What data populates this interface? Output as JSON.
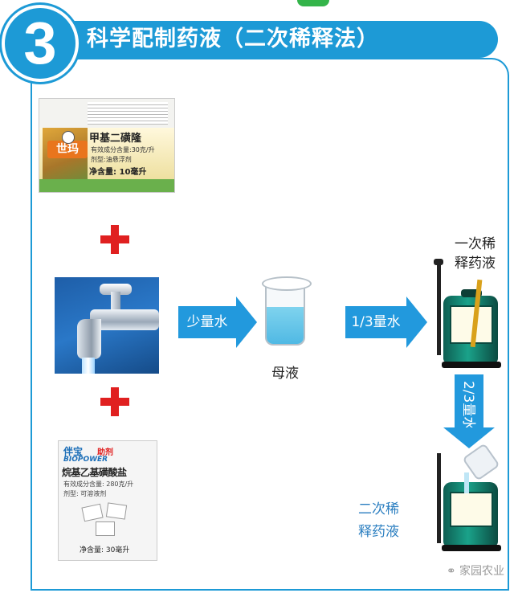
{
  "header": {
    "step_number": "3",
    "title": "科学配制药液（二次稀释法）"
  },
  "product1": {
    "brand": "世玛",
    "name": "甲基二磺隆",
    "content": "有效成分含量:30克/升",
    "formulation": "剂型:油悬浮剂",
    "net": "净含量: 10毫升"
  },
  "product2": {
    "brand": "伴宝",
    "brand_sub": "助剂",
    "brand_en": "BIOPOWER",
    "name": "烷基乙基磺酸盐",
    "content": "有效成分含量: 280克/升",
    "formulation": "剂型: 可溶液剂",
    "net": "净含量: 30毫升"
  },
  "flow": {
    "arrow1": "少量水",
    "mother_liquor": "母液",
    "arrow2": "1/3量水",
    "first_dilution": [
      "一次稀",
      "释药液"
    ],
    "arrow3": "2/3量水",
    "second_dilution": [
      "二次稀",
      "释药液"
    ]
  },
  "watermark": "家园农业",
  "colors": {
    "primary_blue": "#1d9ad6",
    "arrow_blue": "#2299dd",
    "plus_red": "#e02020",
    "tab_green": "#34b44a"
  }
}
